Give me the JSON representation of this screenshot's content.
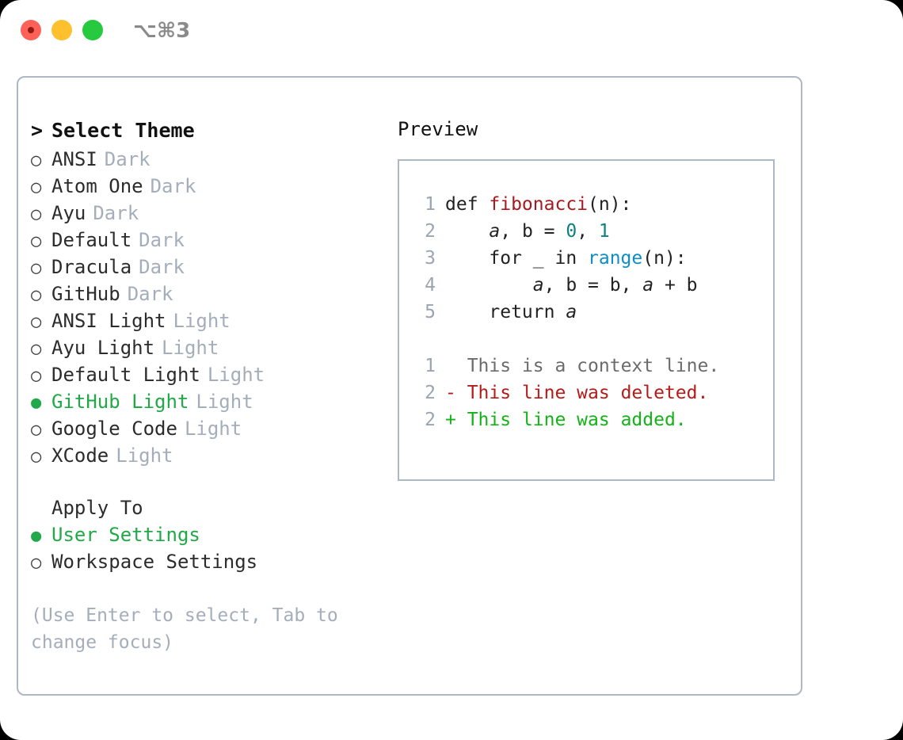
{
  "titlebar": {
    "shortcut": "⌥⌘3",
    "lights": [
      {
        "name": "close",
        "color": "#ff6158"
      },
      {
        "name": "minimize",
        "color": "#ffc02e"
      },
      {
        "name": "maximize",
        "color": "#27c93f"
      }
    ]
  },
  "theme_picker": {
    "header_marker": ">",
    "header_label": "Select Theme",
    "unselected_marker": "○",
    "selected_marker": "●",
    "items": [
      {
        "name": "ANSI",
        "badge": "Dark",
        "selected": false
      },
      {
        "name": "Atom One",
        "badge": "Dark",
        "selected": false
      },
      {
        "name": "Ayu",
        "badge": "Dark",
        "selected": false
      },
      {
        "name": "Default",
        "badge": "Dark",
        "selected": false
      },
      {
        "name": "Dracula",
        "badge": "Dark",
        "selected": false
      },
      {
        "name": "GitHub",
        "badge": "Dark",
        "selected": false
      },
      {
        "name": "ANSI Light",
        "badge": "Light",
        "selected": false
      },
      {
        "name": "Ayu Light",
        "badge": "Light",
        "selected": false
      },
      {
        "name": "Default Light",
        "badge": "Light",
        "selected": false
      },
      {
        "name": "GitHub Light",
        "badge": "Light",
        "selected": true
      },
      {
        "name": "Google Code",
        "badge": "Light",
        "selected": false
      },
      {
        "name": "XCode",
        "badge": "Light",
        "selected": false
      }
    ]
  },
  "apply_to": {
    "label": "Apply To",
    "options": [
      {
        "name": "User Settings",
        "selected": true
      },
      {
        "name": "Workspace Settings",
        "selected": false
      }
    ]
  },
  "hint": "(Use Enter to select, Tab to change focus)",
  "preview": {
    "label": "Preview",
    "code_lines": [
      {
        "num": "1",
        "segments": [
          {
            "text": "def ",
            "cls": "code-text"
          },
          {
            "text": "fibonacci",
            "cls": "tok-fn"
          },
          {
            "text": "(n):",
            "cls": "code-text"
          }
        ]
      },
      {
        "num": "2",
        "segments": [
          {
            "text": "    ",
            "cls": "code-text"
          },
          {
            "text": "a",
            "cls": "code-text var"
          },
          {
            "text": ", ",
            "cls": "code-text"
          },
          {
            "text": "b",
            "cls": "code-text"
          },
          {
            "text": " = ",
            "cls": "code-text"
          },
          {
            "text": "0",
            "cls": "tok-num"
          },
          {
            "text": ", ",
            "cls": "code-text"
          },
          {
            "text": "1",
            "cls": "tok-num"
          }
        ]
      },
      {
        "num": "3",
        "segments": [
          {
            "text": "    for _ in ",
            "cls": "code-text"
          },
          {
            "text": "range",
            "cls": "tok-call"
          },
          {
            "text": "(n):",
            "cls": "code-text"
          }
        ]
      },
      {
        "num": "4",
        "segments": [
          {
            "text": "        ",
            "cls": "code-text"
          },
          {
            "text": "a",
            "cls": "code-text var"
          },
          {
            "text": ", b = b, ",
            "cls": "code-text"
          },
          {
            "text": "a",
            "cls": "code-text var"
          },
          {
            "text": " + b",
            "cls": "code-text"
          }
        ]
      },
      {
        "num": "5",
        "segments": [
          {
            "text": "    return ",
            "cls": "code-text"
          },
          {
            "text": "a",
            "cls": "code-text var"
          }
        ]
      }
    ],
    "diff_lines": [
      {
        "num": "1",
        "sign": " ",
        "text": " This is a context line.",
        "cls": "diff-ctx"
      },
      {
        "num": "2",
        "sign": "-",
        "text": " This line was deleted.",
        "cls": "diff-del"
      },
      {
        "num": "2",
        "sign": "+",
        "text": " This line was added.",
        "cls": "diff-add"
      }
    ]
  },
  "colors": {
    "accent_green": "#1faa46",
    "border": "#aeb8c4",
    "muted": "#a4aebb",
    "gutter": "#9aa5b1",
    "function": "#a8191f",
    "number": "#0f7f7f",
    "call": "#0d8dc4",
    "diff_add": "#13b317",
    "diff_del": "#b51b18"
  }
}
